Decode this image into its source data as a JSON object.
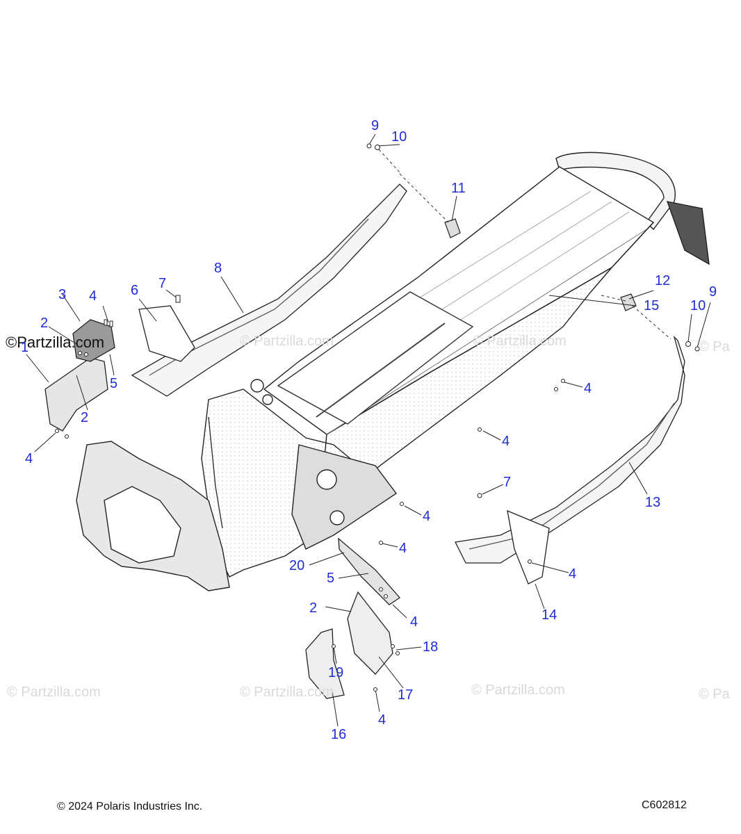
{
  "watermarks": {
    "main": "©Partzilla.com",
    "faded": "© Partzilla.com",
    "faded_short": "© Pa"
  },
  "callouts": [
    "1",
    "2",
    "2",
    "2",
    "3",
    "4",
    "4",
    "4",
    "4",
    "4",
    "4",
    "4",
    "4",
    "4",
    "5",
    "5",
    "6",
    "7",
    "7",
    "8",
    "9",
    "9",
    "10",
    "10",
    "11",
    "12",
    "13",
    "14",
    "15",
    "16",
    "17",
    "18",
    "19",
    "20"
  ],
  "footer": {
    "copyright": "© 2024 Polaris Industries Inc.",
    "code": "C602812"
  },
  "colors": {
    "callout": "#1f2bd6",
    "line": "#222222",
    "fill": "#eeeeee",
    "watermark": "#d9d9d9"
  }
}
